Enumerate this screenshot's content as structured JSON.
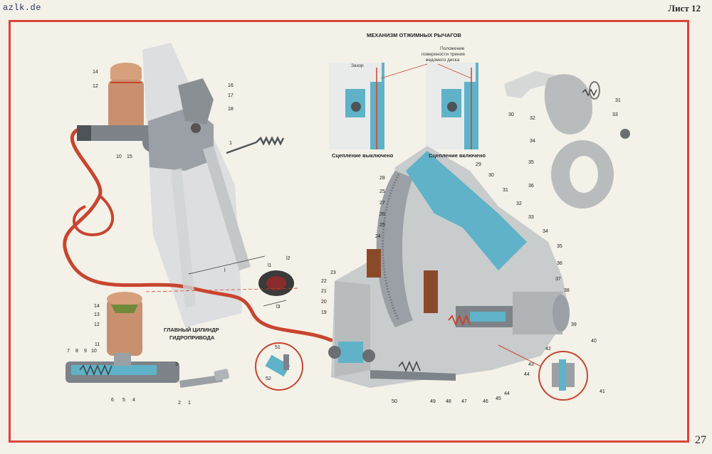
{
  "page": {
    "watermark": "azlk.de",
    "sheet_label": "Лист 12",
    "page_number": "27"
  },
  "captions": {
    "mechanism_title": "МЕХАНИЗМ ОТЖИМНЫХ РЫЧАГОВ",
    "gap_label": "Зазор",
    "friction_label_line1": "Положение",
    "friction_label_line2": "поверхности трения",
    "friction_label_line3": "ведомого диска",
    "disengaged": "Сцепление выключено",
    "engaged": "Сцепление включено",
    "master_cyl_line1": "ГЛАВНЫЙ ЦИЛИНДР",
    "master_cyl_line2": "ГИДРОПРИВОДА"
  },
  "colors": {
    "frame": "#d9463a",
    "hose": "#c8452f",
    "reservoir": "#c99070",
    "cap": "#d6a07c",
    "metal": "#7d8389",
    "metal_dark": "#4e5358",
    "blue": "#5fb2c8",
    "housing": "#b9bcbd",
    "pedal": "#c4c7c8"
  },
  "labels": [
    {
      "id": "l14a",
      "text": "14"
    },
    {
      "id": "l12a",
      "text": "12"
    },
    {
      "id": "l10",
      "text": "10"
    },
    {
      "id": "l15",
      "text": "15"
    },
    {
      "id": "l16",
      "text": "16"
    },
    {
      "id": "l17",
      "text": "17"
    },
    {
      "id": "l18",
      "text": "18"
    },
    {
      "id": "l1a",
      "text": "1"
    },
    {
      "id": "lL",
      "text": "l"
    },
    {
      "id": "lL1",
      "text": "l1"
    },
    {
      "id": "lL2",
      "text": "l2"
    },
    {
      "id": "lL3",
      "text": "l3"
    },
    {
      "id": "l14b",
      "text": "14"
    },
    {
      "id": "l13",
      "text": "13"
    },
    {
      "id": "l12b",
      "text": "12"
    },
    {
      "id": "l11",
      "text": "11"
    },
    {
      "id": "l7",
      "text": "7"
    },
    {
      "id": "l8",
      "text": "8"
    },
    {
      "id": "l9",
      "text": "9"
    },
    {
      "id": "l10b",
      "text": "10"
    },
    {
      "id": "l3",
      "text": "3"
    },
    {
      "id": "l6",
      "text": "6"
    },
    {
      "id": "l5",
      "text": "5"
    },
    {
      "id": "l4",
      "text": "4"
    },
    {
      "id": "l2",
      "text": "2"
    },
    {
      "id": "l1b",
      "text": "1"
    },
    {
      "id": "l30a",
      "text": "30"
    },
    {
      "id": "l31a",
      "text": "31"
    },
    {
      "id": "l32a",
      "text": "32"
    },
    {
      "id": "l33a",
      "text": "33"
    },
    {
      "id": "l34a",
      "text": "34"
    },
    {
      "id": "l35a",
      "text": "35"
    },
    {
      "id": "l36a",
      "text": "36"
    },
    {
      "id": "l28",
      "text": "28"
    },
    {
      "id": "l25a",
      "text": "25"
    },
    {
      "id": "l27",
      "text": "27"
    },
    {
      "id": "l26",
      "text": "26"
    },
    {
      "id": "l25b",
      "text": "25"
    },
    {
      "id": "l24",
      "text": "24"
    },
    {
      "id": "l29",
      "text": "29"
    },
    {
      "id": "l30b",
      "text": "30"
    },
    {
      "id": "l31b",
      "text": "31"
    },
    {
      "id": "l32b",
      "text": "32"
    },
    {
      "id": "l33b",
      "text": "33"
    },
    {
      "id": "l34b",
      "text": "34"
    },
    {
      "id": "l35b",
      "text": "35"
    },
    {
      "id": "l36b",
      "text": "36"
    },
    {
      "id": "l37",
      "text": "37"
    },
    {
      "id": "l38",
      "text": "38"
    },
    {
      "id": "l39",
      "text": "39"
    },
    {
      "id": "l40",
      "text": "40"
    },
    {
      "id": "l23",
      "text": "23"
    },
    {
      "id": "l22",
      "text": "22"
    },
    {
      "id": "l21",
      "text": "21"
    },
    {
      "id": "l20",
      "text": "20"
    },
    {
      "id": "l19",
      "text": "19"
    },
    {
      "id": "l51",
      "text": "51"
    },
    {
      "id": "l52",
      "text": "52"
    },
    {
      "id": "l42",
      "text": "42"
    },
    {
      "id": "l43",
      "text": "43"
    },
    {
      "id": "l44a",
      "text": "44"
    },
    {
      "id": "l41",
      "text": "41"
    },
    {
      "id": "l50",
      "text": "50"
    },
    {
      "id": "l49",
      "text": "49"
    },
    {
      "id": "l48",
      "text": "48"
    },
    {
      "id": "l47",
      "text": "47"
    },
    {
      "id": "l46",
      "text": "46"
    },
    {
      "id": "l45",
      "text": "45"
    },
    {
      "id": "l44b",
      "text": "44"
    }
  ]
}
